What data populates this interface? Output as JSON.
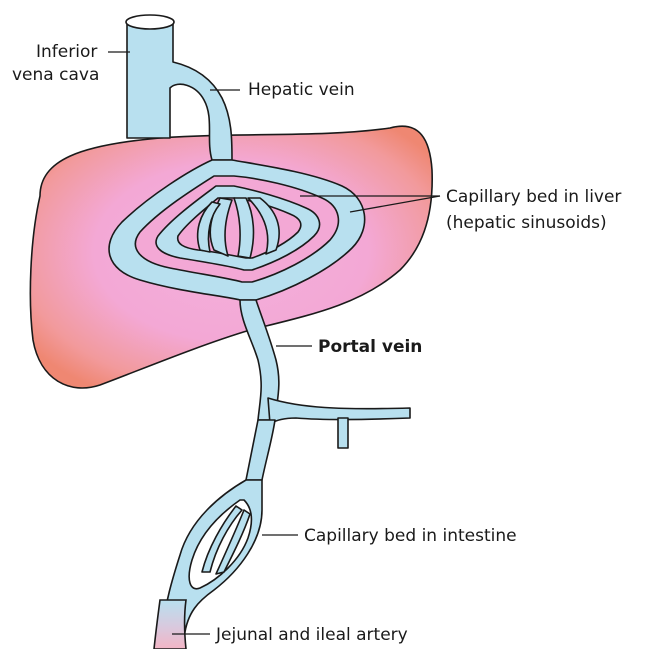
{
  "labels": {
    "ivc_line1": "Inferior",
    "ivc_line2": "vena cava",
    "hepatic_vein": "Hepatic vein",
    "capillary_liver_line1": "Capillary bed in liver",
    "capillary_liver_line2": "(hepatic sinusoids)",
    "portal_vein": "Portal vein",
    "capillary_intestine": "Capillary bed in intestine",
    "jejunal_artery": "Jejunal and ileal artery"
  },
  "colors": {
    "vessel_fill": "#b8e0ef",
    "liver_core": "#f3a9d6",
    "liver_edge": "#f08a78",
    "artery_pink": "#f3b5c5",
    "outline": "#1a1a1a"
  }
}
